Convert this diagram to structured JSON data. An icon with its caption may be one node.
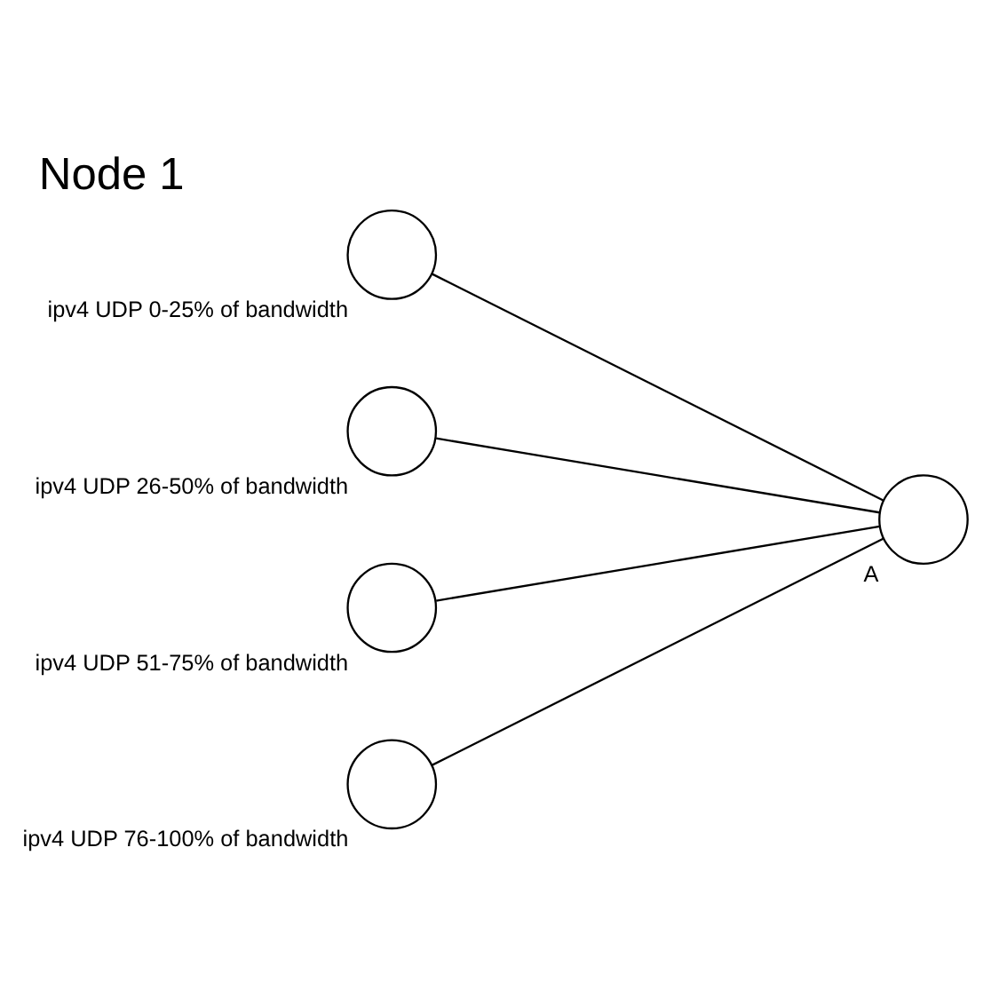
{
  "diagram": {
    "title": "Node 1",
    "nodes": [
      {
        "text": [],
        "shape": "circle",
        "beside": [
          "ipv4 UDP 0-25% of bandwidth"
        ]
      },
      {
        "text": [],
        "shape": "circle",
        "beside": [
          "ipv4 UDP 26-50% of bandwidth"
        ]
      },
      {
        "text": [],
        "shape": "circle",
        "beside": [
          "ipv4 UDP 51-75% of bandwidth"
        ]
      },
      {
        "text": [],
        "shape": "circle",
        "beside": [
          "ipv4 UDP 76-100% of bandwidth"
        ]
      },
      {
        "text": [],
        "shape": "circle",
        "beside": [
          "A"
        ]
      }
    ],
    "edges": [
      {
        "from": 0,
        "to": 4,
        "arrow": "none"
      },
      {
        "from": 1,
        "to": 4,
        "arrow": "none"
      },
      {
        "from": 2,
        "to": 4,
        "arrow": "none"
      },
      {
        "from": 3,
        "to": 4,
        "arrow": "none"
      }
    ]
  }
}
